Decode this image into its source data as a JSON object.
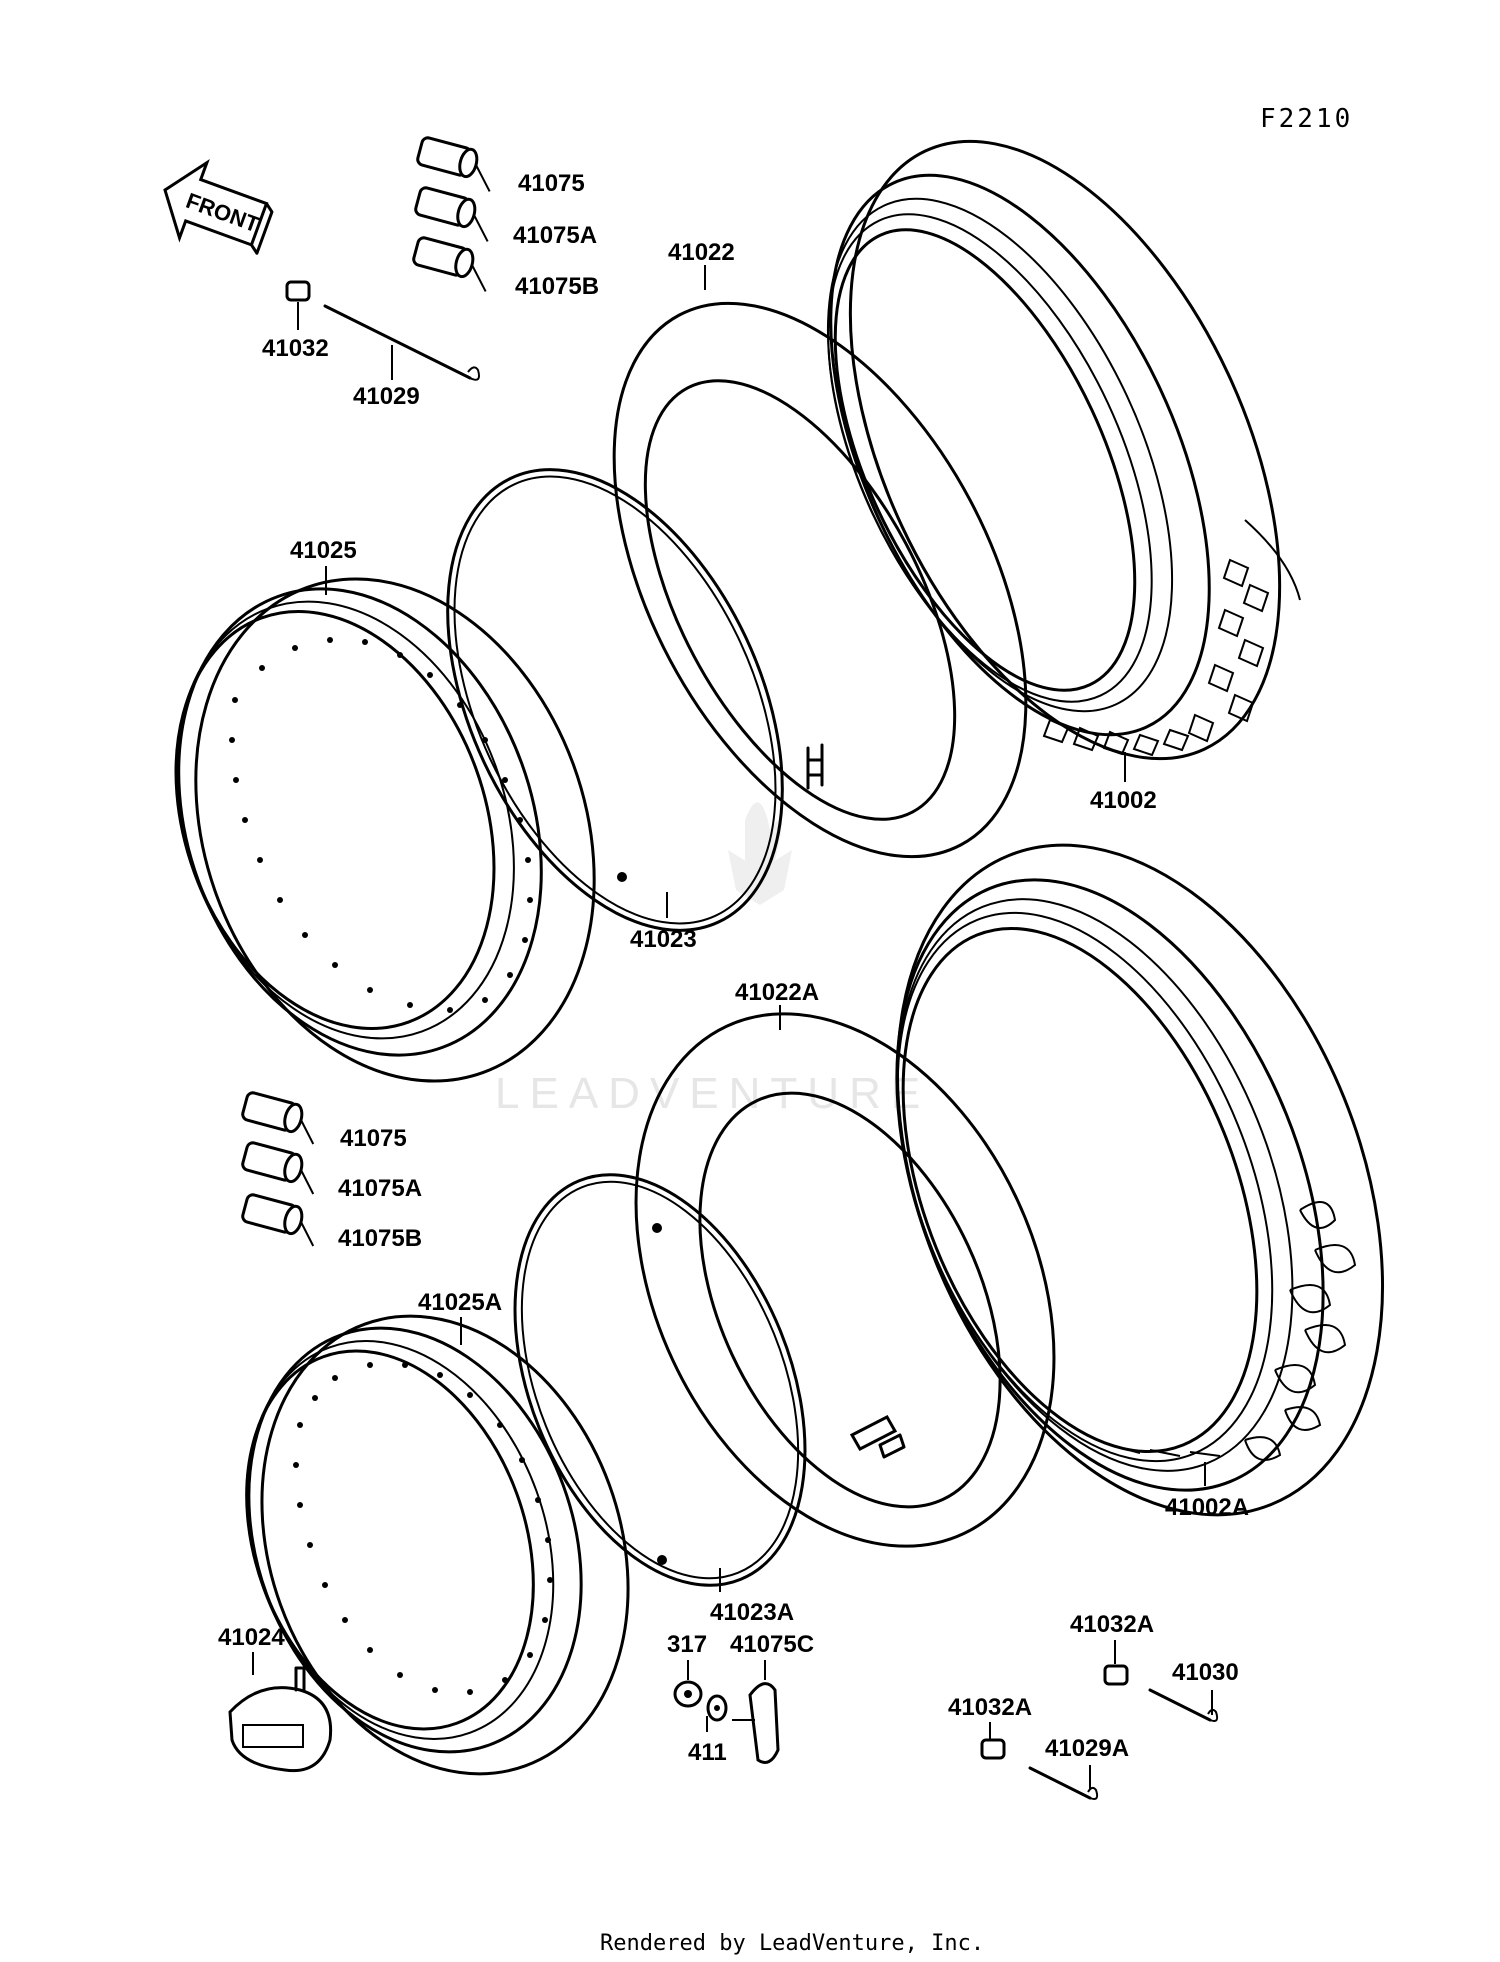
{
  "figure_code": "F2210",
  "front_arrow_label": "FRONT",
  "watermark_text": "LEADVENTURE",
  "footer_text": "Rendered by LeadVenture, Inc.",
  "parts": [
    {
      "id": "p1",
      "label": "41075"
    },
    {
      "id": "p2",
      "label": "41075A"
    },
    {
      "id": "p3",
      "label": "41075B"
    },
    {
      "id": "p4",
      "label": "41032"
    },
    {
      "id": "p5",
      "label": "41029"
    },
    {
      "id": "p6",
      "label": "41022"
    },
    {
      "id": "p7",
      "label": "41025"
    },
    {
      "id": "p8",
      "label": "41002"
    },
    {
      "id": "p9",
      "label": "41023"
    },
    {
      "id": "p10",
      "label": "41022A"
    },
    {
      "id": "p11",
      "label": "41075"
    },
    {
      "id": "p12",
      "label": "41075A"
    },
    {
      "id": "p13",
      "label": "41075B"
    },
    {
      "id": "p14",
      "label": "41025A"
    },
    {
      "id": "p15",
      "label": "41002A"
    },
    {
      "id": "p16",
      "label": "41023A"
    },
    {
      "id": "p17",
      "label": "41024"
    },
    {
      "id": "p18",
      "label": "317"
    },
    {
      "id": "p19",
      "label": "41075C"
    },
    {
      "id": "p20",
      "label": "411"
    },
    {
      "id": "p21",
      "label": "41032A"
    },
    {
      "id": "p22",
      "label": "41030"
    },
    {
      "id": "p23",
      "label": "41032A"
    },
    {
      "id": "p24",
      "label": "41029A"
    }
  ]
}
